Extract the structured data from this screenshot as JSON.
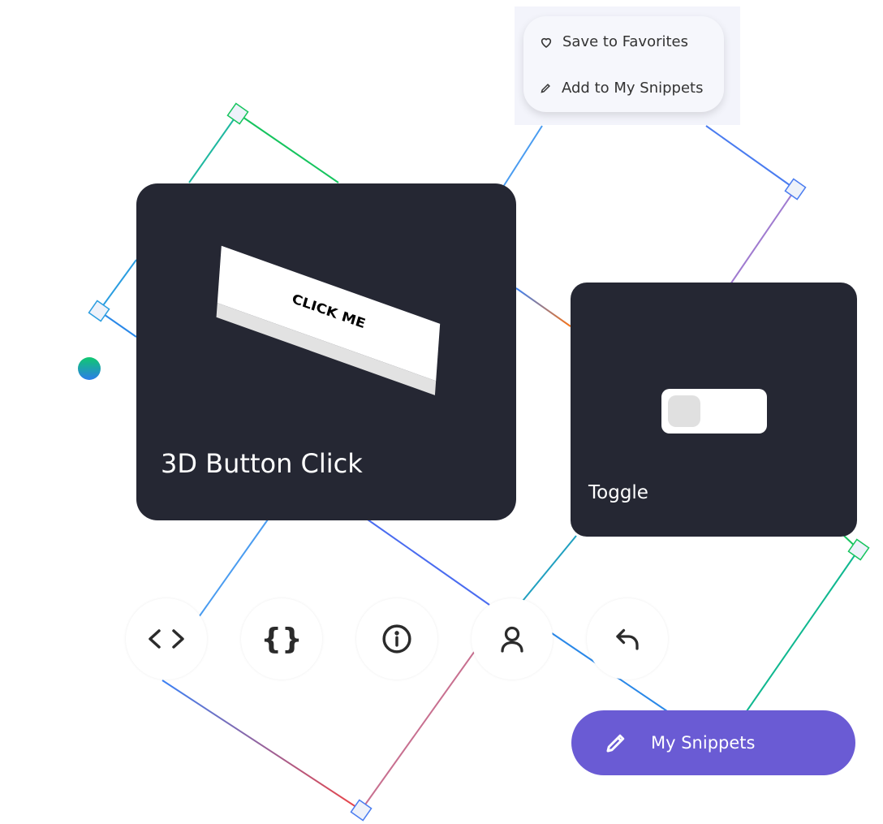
{
  "popup": {
    "items": [
      {
        "label": "Save to Favorites",
        "icon": "heart-icon"
      },
      {
        "label": "Add to My Snippets",
        "icon": "pencil-icon"
      }
    ]
  },
  "cards": [
    {
      "title": "3D Button Click",
      "preview_text": "CLICK ME"
    },
    {
      "title": "Toggle"
    }
  ],
  "actions": [
    "code-icon",
    "braces-icon",
    "info-icon",
    "user-icon",
    "undo-icon"
  ],
  "fab": {
    "label": "My Snippets",
    "icon": "pencil-icon",
    "color": "#6a5bd4"
  }
}
